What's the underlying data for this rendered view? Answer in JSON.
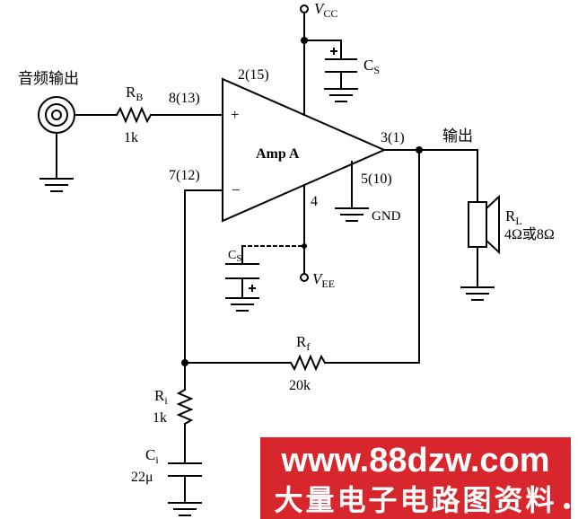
{
  "labels": {
    "audio_out": "音频输出",
    "output": "输出",
    "rb": "R",
    "rb_sub": "B",
    "rb_value": "1k",
    "pin_8": "8(13)",
    "pin_7": "7(12)",
    "pin_2": "2(15)",
    "pin_3": "3(1)",
    "pin_5": "5(10)",
    "pin_4": "4",
    "plus": "+",
    "minus": "−",
    "amp": "Amp  A",
    "gnd": "GND",
    "vcc": "V",
    "vcc_sub": "CC",
    "vee": "V",
    "vee_sub": "EE",
    "cs_top": "C",
    "cs_top_sub": "S",
    "cs_bottom": "C",
    "cs_bottom_sub": "S",
    "rl": "R",
    "rl_sub": "L",
    "rl_value": "4Ω或8Ω",
    "rf": "R",
    "rf_sub": "f",
    "rf_value": "20k",
    "ri": "R",
    "ri_sub": "i",
    "ri_value": "1k",
    "ci": "C",
    "ci_sub": "i",
    "ci_value": "22μ"
  },
  "watermark": {
    "url": "www.88dzw.com",
    "subtitle": "大量电子电路图资料"
  },
  "colors": {
    "ink": "#000000",
    "watermark_bg": "#d8262d",
    "watermark_text": "#ffffff"
  }
}
